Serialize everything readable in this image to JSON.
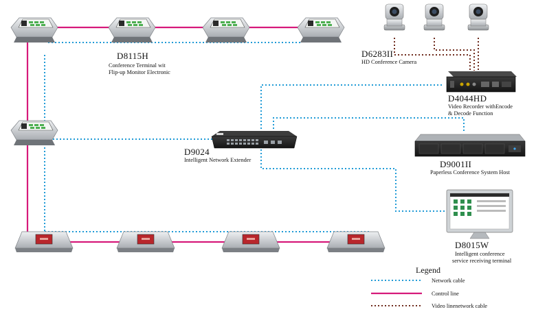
{
  "colors": {
    "network_cable": "#1e9ad6",
    "control_line": "#d6197a",
    "video_cable": "#6e2a1c",
    "device_silver": "#c9ccd0",
    "device_dark": "#2a2a2a",
    "screen_red": "#b8262b"
  },
  "devices": {
    "d8115h": {
      "code": "D8115H",
      "desc_line1": "Conference Terminal wit",
      "desc_line2": "Flip-up Monitor Electronic"
    },
    "d6283ii": {
      "code": "D6283II",
      "desc_line1": "HD Conference Camera"
    },
    "d4044hd": {
      "code": "D4044HD",
      "desc_line1": "Video Recorder withEncode",
      "desc_line2": "& Decode Function"
    },
    "d9024": {
      "code": "D9024",
      "desc_line1": "Intelligent Network Extender"
    },
    "d9001ii": {
      "code": "D9001II",
      "desc_line1": "Paperless Conference System Host"
    },
    "d8015w": {
      "code": "D8015W",
      "desc_line1": "Intelligent conference",
      "desc_line2": "service receiving terminal"
    }
  },
  "legend": {
    "title": "Legend",
    "items": [
      {
        "label": "Network cable",
        "style": "dotted",
        "color": "#1e9ad6"
      },
      {
        "label": "Control line",
        "style": "solid",
        "color": "#d6197a"
      },
      {
        "label": "Video linenetwork cable",
        "style": "dotted",
        "color": "#6e2a1c"
      }
    ]
  }
}
